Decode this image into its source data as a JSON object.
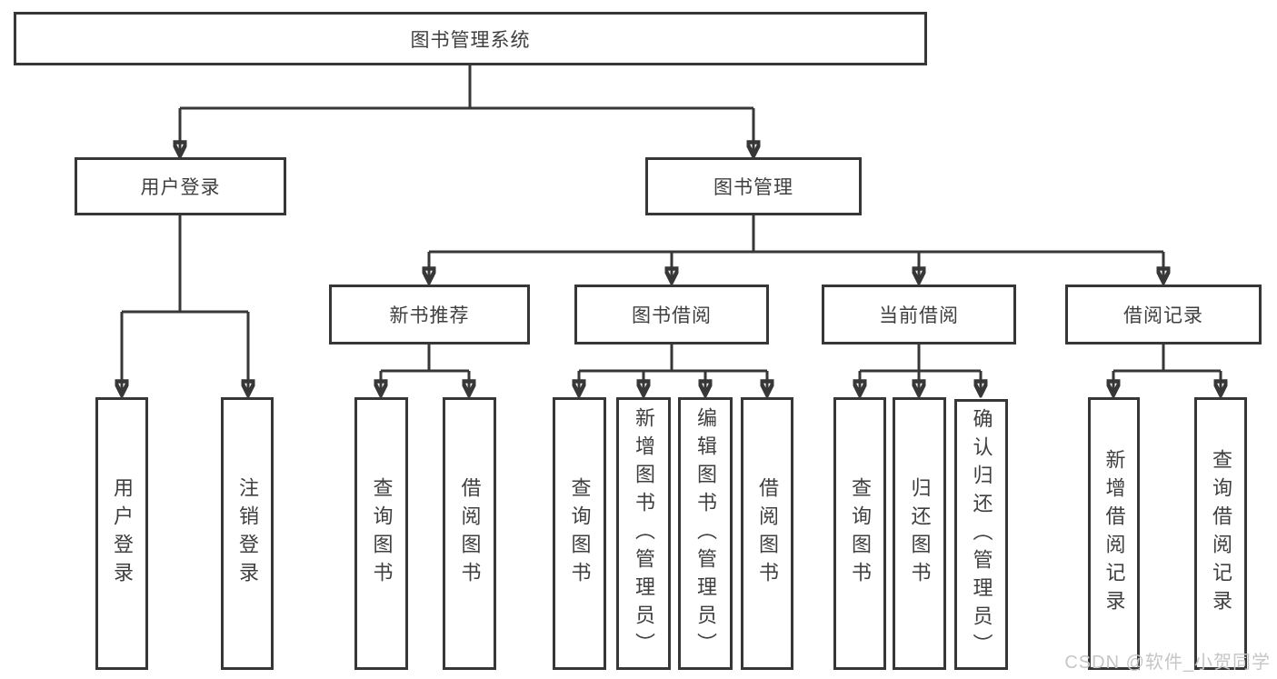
{
  "diagram_title": "图书管理系统",
  "tree": {
    "root": {
      "label": "图书管理系统",
      "children": [
        {
          "label": "用户登录",
          "children": [
            {
              "label": "用户登录"
            },
            {
              "label": "注销登录"
            }
          ]
        },
        {
          "label": "图书管理",
          "children": [
            {
              "label": "新书推荐",
              "children": [
                {
                  "label": "查询图书"
                },
                {
                  "label": "借阅图书"
                }
              ]
            },
            {
              "label": "图书借阅",
              "children": [
                {
                  "label": "查询图书"
                },
                {
                  "label": "新增图书（管理员）"
                },
                {
                  "label": "编辑图书（管理员）"
                },
                {
                  "label": "借阅图书"
                }
              ]
            },
            {
              "label": "当前借阅",
              "children": [
                {
                  "label": "查询图书"
                },
                {
                  "label": "归还图书"
                },
                {
                  "label": "确认归还（管理员）"
                }
              ]
            },
            {
              "label": "借阅记录",
              "children": [
                {
                  "label": "新增借阅记录"
                },
                {
                  "label": "查询借阅记录"
                }
              ]
            }
          ]
        }
      ]
    }
  },
  "watermark": "CSDN @软件_小贺同学",
  "colors": {
    "line": "#373737",
    "box_border": "#373737",
    "text": "#3f3f3f",
    "watermark": "#c6c6c6",
    "background": "#ffffff"
  }
}
